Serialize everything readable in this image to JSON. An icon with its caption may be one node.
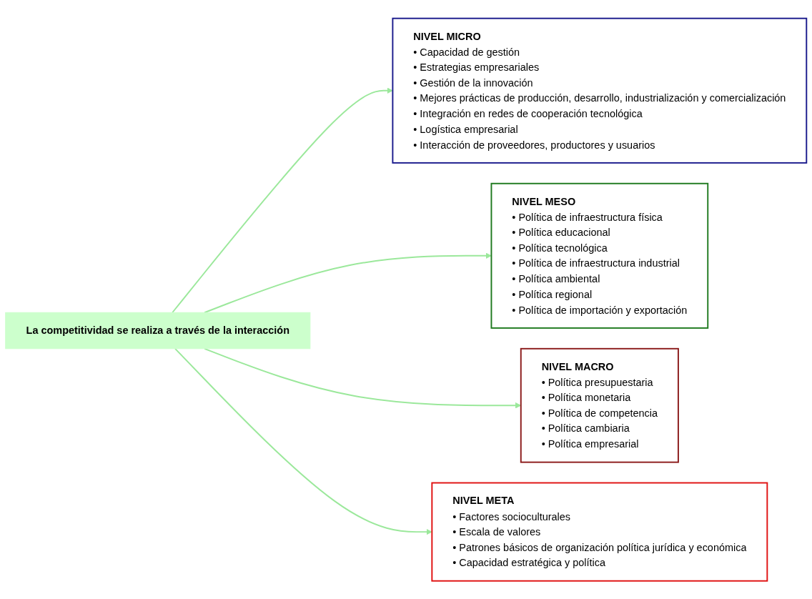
{
  "diagram": {
    "nodes": [
      {
        "text": [
          "NIVEL MICRO",
          "• Capacidad de gestión",
          "• Estrategias empresariales",
          "• Gestión de la innovación",
          "• Mejores prácticas de producción, desarrollo, industrialización y comercialización",
          "• Integración en redes de cooperación tecnológica",
          "• Logística empresarial",
          "• Interacción de proveedores, productores y usuarios"
        ]
      },
      {
        "text": [
          "NIVEL MESO",
          "• Política de infraestructura física",
          "• Política educacional",
          "• Política tecnológica",
          "• Política de infraestructura industrial",
          "• Política ambiental",
          "• Política regional",
          "• Política de importación y exportación"
        ]
      },
      {
        "text": [
          "NIVEL MACRO",
          "• Política presupuestaria",
          "• Política monetaria",
          "• Política de competencia",
          "• Política cambiaria",
          "• Política empresarial"
        ]
      },
      {
        "text": [
          "La competitividad se realiza a través de la interacción"
        ]
      },
      {
        "text": [
          "NIVEL META",
          "• Factores socioculturales",
          "• Escala de valores",
          "• Patrones básicos de organización política jurídica y económica",
          "• Capacidad estratégica y política"
        ]
      }
    ],
    "edges": [
      {
        "from": 3,
        "to": 0,
        "arrow": "to"
      },
      {
        "from": 3,
        "to": 1,
        "arrow": "to"
      },
      {
        "from": 3,
        "to": 2,
        "arrow": "to"
      },
      {
        "from": 3,
        "to": 4,
        "arrow": "to"
      }
    ]
  }
}
